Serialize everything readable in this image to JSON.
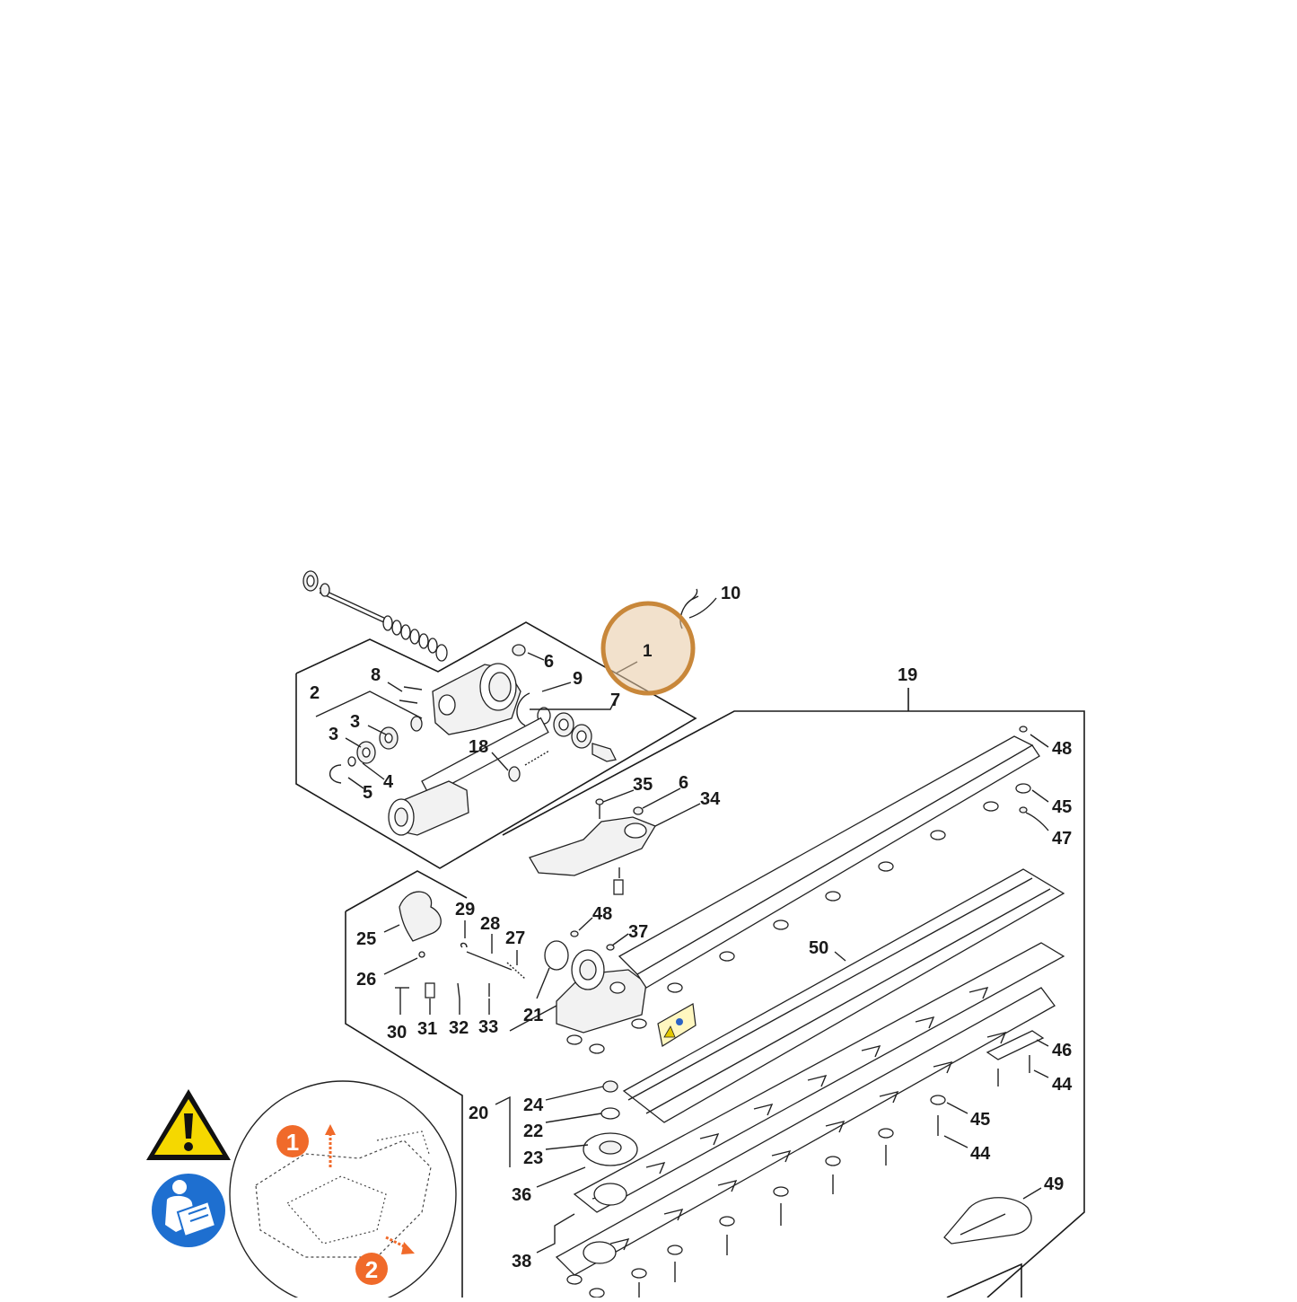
{
  "diagram": {
    "highlighted_part": "1",
    "highlight_color": "#c8873a",
    "highlight_fill": "#e8c9a3",
    "labels": [
      "10",
      "1",
      "6",
      "8",
      "9",
      "2",
      "7",
      "3",
      "3",
      "18",
      "4",
      "5",
      "35",
      "6",
      "34",
      "19",
      "48",
      "45",
      "47",
      "50",
      "29",
      "28",
      "27",
      "25",
      "48",
      "37",
      "26",
      "21",
      "30",
      "31",
      "32",
      "33",
      "20",
      "24",
      "22",
      "23",
      "36",
      "38",
      "46",
      "44",
      "45",
      "44",
      "49"
    ]
  },
  "icons": {
    "warning": "warning-triangle-icon",
    "manual": "read-manual-icon",
    "warning_color": "#f5d800",
    "manual_color": "#1e6fd0",
    "step_color": "#f06a2a"
  },
  "inset": {
    "steps": [
      "1",
      "2"
    ]
  }
}
